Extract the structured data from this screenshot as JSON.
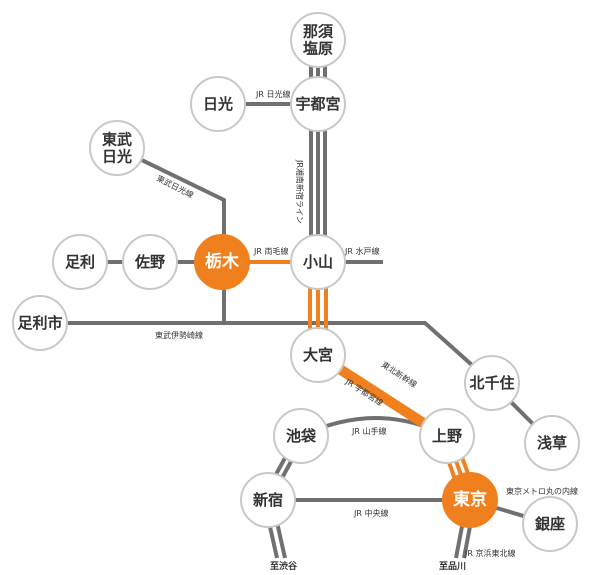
{
  "diagram": {
    "colors": {
      "line": "#707070",
      "highlight": "#f0801e",
      "station_border": "#c8c8c8",
      "station_fill": "#ffffff",
      "text": "#333333"
    },
    "stations": {
      "nasushiobara": [
        "那須",
        "塩原"
      ],
      "utsunomiya": [
        "宇都宮"
      ],
      "nikko": [
        "日光"
      ],
      "tobunikko": [
        "東武",
        "日光"
      ],
      "ashikaga": [
        "足利"
      ],
      "sano": [
        "佐野"
      ],
      "tochigi": [
        "栃木"
      ],
      "oyama": [
        "小山"
      ],
      "ashikagashi": [
        "足利市"
      ],
      "omiya": [
        "大宮"
      ],
      "kitasenju": [
        "北千住"
      ],
      "ikebukuro": [
        "池袋"
      ],
      "ueno": [
        "上野"
      ],
      "asakusa": [
        "浅草"
      ],
      "shinjuku": [
        "新宿"
      ],
      "tokyo": [
        "東京"
      ],
      "ginza": [
        "銀座"
      ]
    },
    "line_labels": {
      "jr_nikko": "JR 日光線",
      "tobu_nikko": "東武日光線",
      "jr_shonan_shinjuku": "JR湘南新宿ライン",
      "jr_ryomo": "JR 両毛線",
      "jr_mito": "JR 水戸線",
      "tobu_isesaki": "東武伊勢崎線",
      "tohoku_shinkansen": "東北新幹線",
      "jr_utsunomiya": "JR 宇都宮線",
      "jr_yamanote": "JR 山手線",
      "metro_marunouchi": "東京メトロ丸の内線",
      "jr_chuo": "JR 中央線",
      "jr_keihin_tohoku": "JR 京浜東北線"
    },
    "destinations": {
      "to_shibuya": "至渋谷",
      "to_shinagawa": "至品川"
    }
  }
}
